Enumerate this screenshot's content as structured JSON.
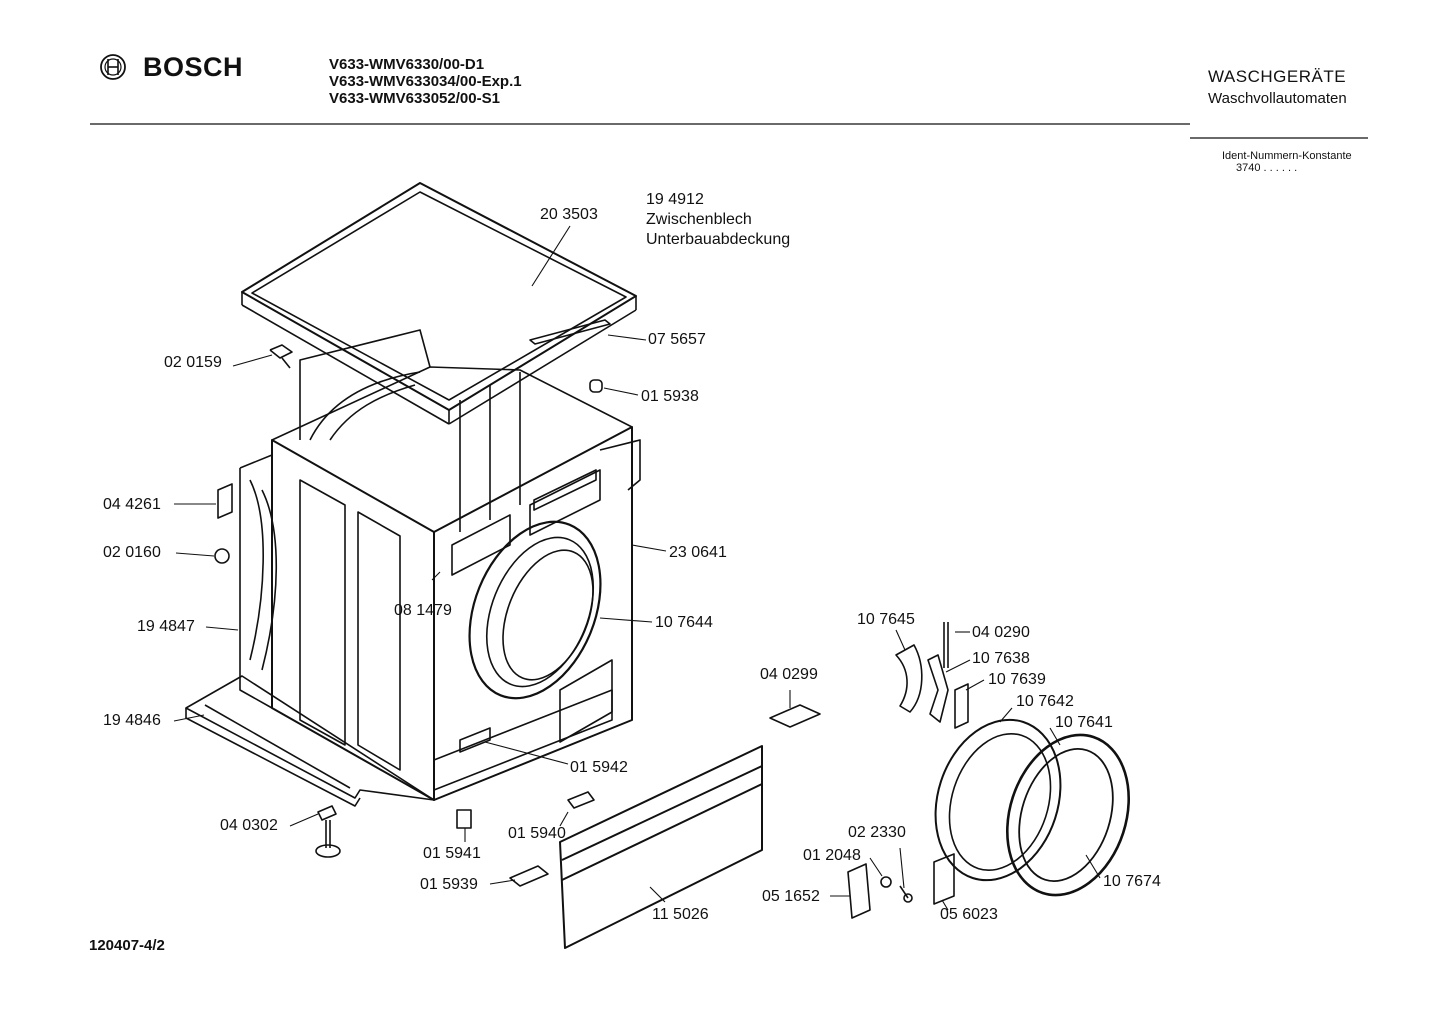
{
  "header": {
    "brand": "BOSCH",
    "models": [
      "V633-WMV6330/00-D1",
      "V633-WMV633034/00-Exp.1",
      "V633-WMV633052/00-S1"
    ],
    "category": "WASCHGERÄTE",
    "subcategory": "Waschvollautomaten",
    "ident_label": "Ident-Nummern-Konstante",
    "ident_value": "3740 . .  . . . ."
  },
  "notes": {
    "part_number": "19 4912",
    "line1": "Zwischenblech",
    "line2": "Unterbauabdeckung"
  },
  "parts": {
    "p203503": "20 3503",
    "p075657": "07 5657",
    "p020159": "02 0159",
    "p015938": "01 5938",
    "p044261": "04 4261",
    "p020160": "02 0160",
    "p230641": "23 0641",
    "p081479": "08 1479",
    "p194847": "19 4847",
    "p107644": "10 7644",
    "p194846": "19 4846",
    "p015942": "01 5942",
    "p040302": "04 0302",
    "p015940": "01 5940",
    "p015941": "01 5941",
    "p015939": "01 5939",
    "p115026": "11 5026",
    "p040299": "04 0299",
    "p107645": "10 7645",
    "p040290": "04 0290",
    "p107638": "10 7638",
    "p107639": "10 7639",
    "p107642": "10 7642",
    "p107641": "10 7641",
    "p022330": "02 2330",
    "p012048": "01 2048",
    "p051652": "05 1652",
    "p056023": "05 6023",
    "p107674": "10 7674"
  },
  "footer": {
    "doc_number": "120407-4/2"
  }
}
